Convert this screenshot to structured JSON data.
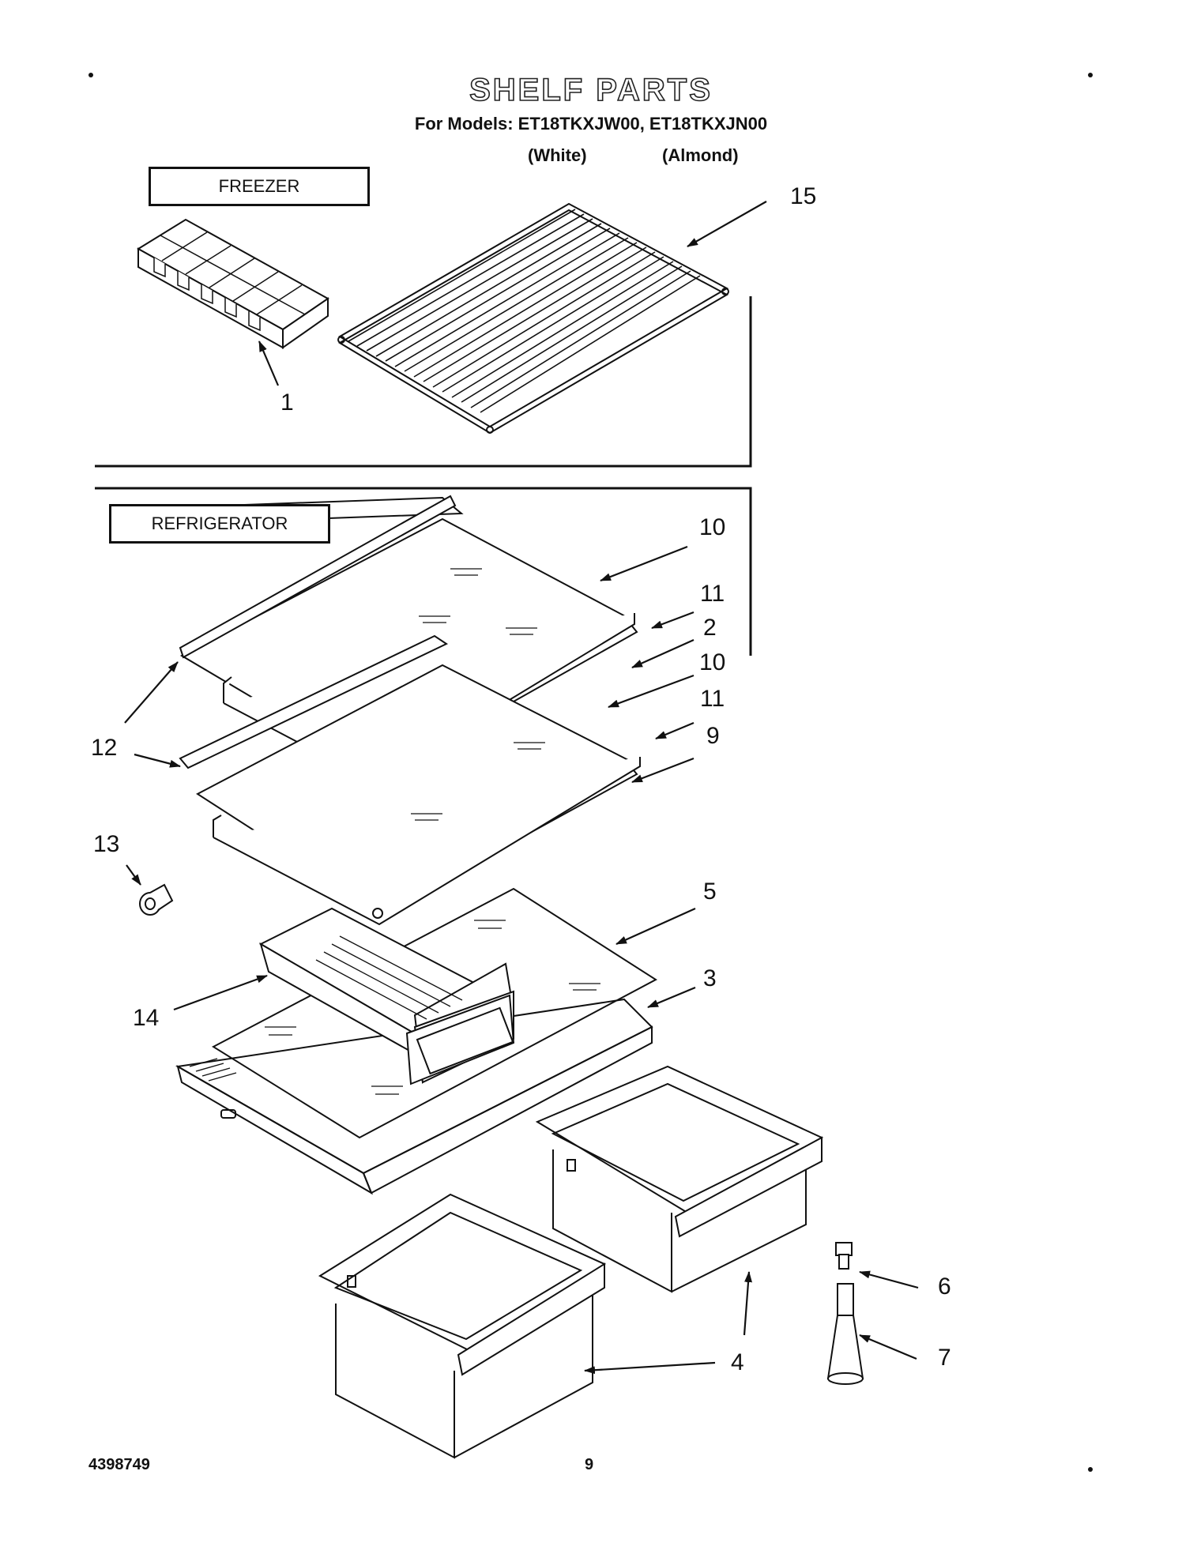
{
  "header": {
    "title": "SHELF PARTS",
    "models_line": "For Models: ET18TKXJW00, ET18TKXJN00",
    "variant_white": "(White)",
    "variant_almond": "(Almond)"
  },
  "sections": {
    "freezer": "FREEZER",
    "refrigerator": "REFRIGERATOR"
  },
  "callouts": {
    "c1": "1",
    "c15": "15",
    "c10a": "10",
    "c11a": "11",
    "c2": "2",
    "c10b": "10",
    "c11b": "11",
    "c9": "9",
    "c12": "12",
    "c13": "13",
    "c5": "5",
    "c3": "3",
    "c14": "14",
    "c6": "6",
    "c7": "7",
    "c4": "4"
  },
  "footer": {
    "doc_number": "4398749",
    "page_number": "9"
  }
}
